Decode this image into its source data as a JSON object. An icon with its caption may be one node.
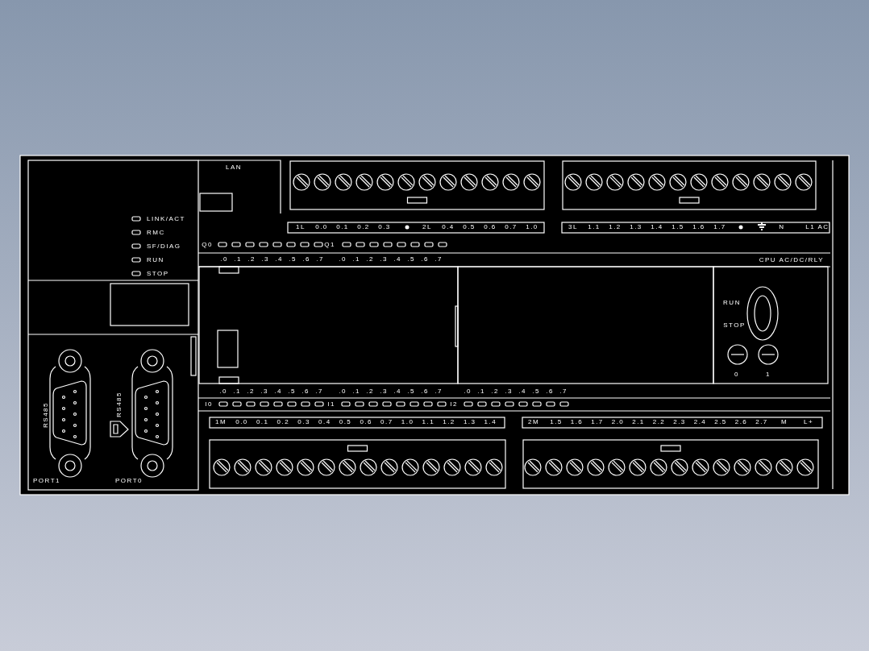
{
  "diagram": {
    "labels": [
      "LAN",
      "1L",
      "0.0",
      "0.1",
      "0.2",
      "0.3",
      "2L",
      "0.4",
      "0.5",
      "0.6",
      "0.7",
      "1.0",
      "3L",
      "1.1",
      "1.2",
      "1.3",
      "1.4",
      "1.5",
      "1.6",
      "1.7",
      "N",
      "L1 AC",
      "LINK/ACT",
      "RMC",
      "SF/DIAG",
      "RUN",
      "STOP",
      "Q0",
      "Q1",
      ".0",
      ".1",
      ".2",
      ".3",
      ".4",
      ".5",
      ".6",
      ".7",
      ".0",
      ".1",
      ".2",
      ".3",
      ".4",
      ".5",
      ".6",
      ".7",
      "CPU AC/DC/RLY",
      "RUN",
      "STOP",
      "0",
      "1",
      ".0",
      ".1",
      ".2",
      ".3",
      ".4",
      ".5",
      ".6",
      ".7",
      ".0",
      ".1",
      ".2",
      ".3",
      ".4",
      ".5",
      ".6",
      ".7",
      ".0",
      ".1",
      ".2",
      ".3",
      ".4",
      ".5",
      ".6",
      ".7",
      "I0",
      "I1",
      "I2",
      "1M",
      "0.0",
      "0.1",
      "0.2",
      "0.3",
      "0.4",
      "0.5",
      "0.6",
      "0.7",
      "1.0",
      "1.1",
      "1.2",
      "1.3",
      "1.4",
      "2M",
      "1.5",
      "1.6",
      "1.7",
      "2.0",
      "2.1",
      "2.2",
      "2.3",
      "2.4",
      "2.5",
      "2.6",
      "2.7",
      "M",
      "L+",
      "RS485",
      "RS485",
      "PORT1",
      "PORT0"
    ]
  }
}
